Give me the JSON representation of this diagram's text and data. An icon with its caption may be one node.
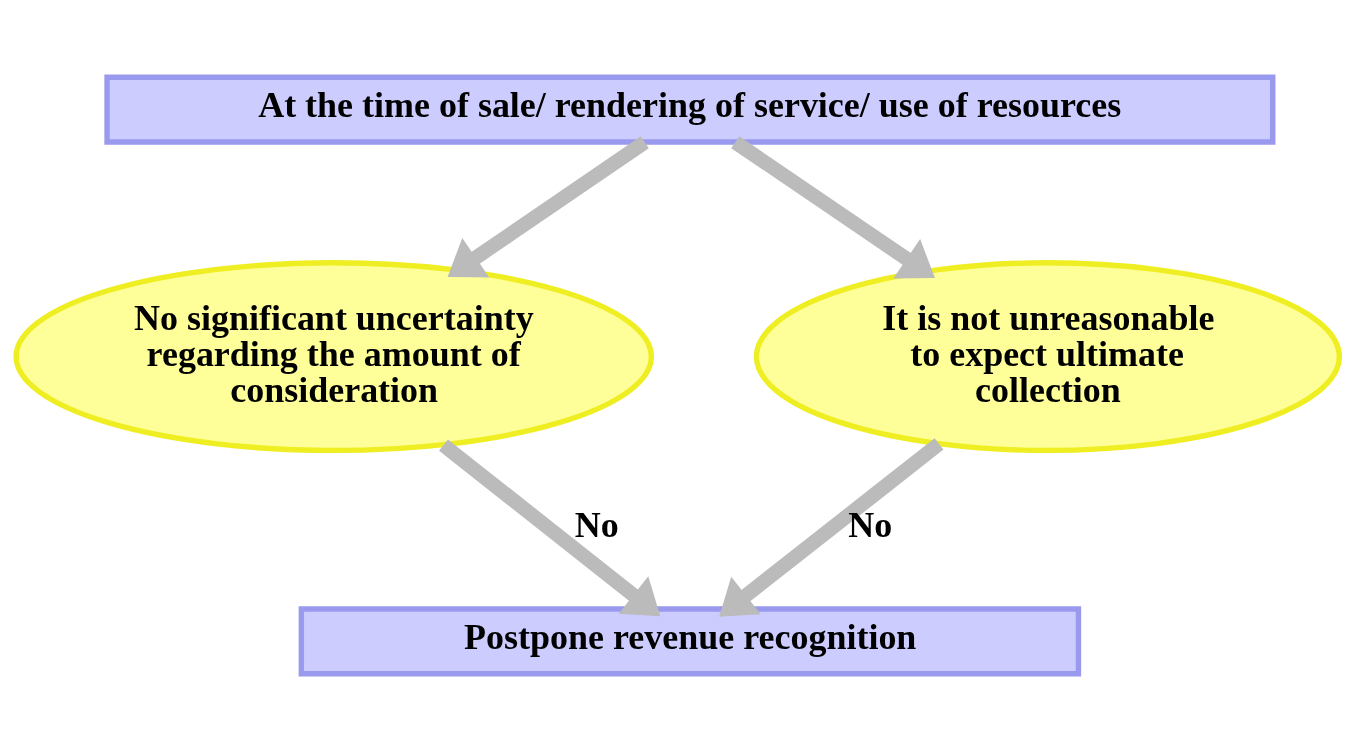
{
  "diagram": {
    "nodes": [
      {
        "text": [
          "At the time of sale/ rendering of service/ use of resources"
        ]
      },
      {
        "text": [
          "No significant uncertainty regarding the amount of consideration"
        ]
      },
      {
        "text": [
          "It is not unreasonable to expect ultimate collection"
        ]
      },
      {
        "text": [
          "Postpone revenue recognition"
        ]
      }
    ],
    "edges": [
      {
        "from": 0,
        "to": 1,
        "arrow": "to"
      },
      {
        "from": 0,
        "to": 2,
        "arrow": "to"
      },
      {
        "from": 1,
        "to": 3,
        "arrow": "to",
        "label": "No"
      },
      {
        "from": 2,
        "to": 3,
        "arrow": "to",
        "label": "No"
      }
    ]
  }
}
